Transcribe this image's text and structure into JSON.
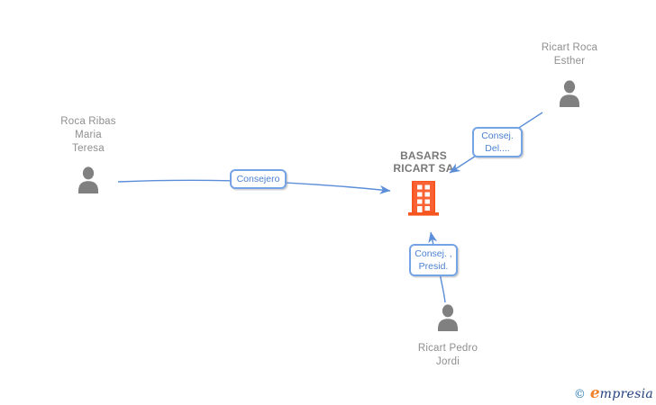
{
  "diagram": {
    "company": {
      "name_lines": [
        "BASARS",
        "RICART SA"
      ]
    },
    "persons": {
      "left": {
        "name_lines": [
          "Roca Ribas",
          "Maria",
          "Teresa"
        ]
      },
      "top_right": {
        "name_lines": [
          "Ricart Roca",
          "Esther"
        ]
      },
      "bottom": {
        "name_lines": [
          "Ricart Pedro",
          "Jordi"
        ]
      }
    },
    "edge_labels": {
      "consejero": {
        "lines": [
          "Consejero"
        ]
      },
      "consejero_delegado": {
        "lines": [
          "Consej.",
          "Del...."
        ]
      },
      "consejero_presidente": {
        "lines": [
          "Consej. ,",
          "Presid."
        ]
      }
    }
  },
  "watermark": {
    "copyright_symbol": "©",
    "brand_initial": "e",
    "brand_rest": "mpresia"
  },
  "icons": {
    "person": "person-silhouette-icon",
    "company": "building-icon"
  },
  "colors": {
    "line_blue": "#5b8dd8",
    "label_border": "#74a3e6",
    "label_text": "#4b80d2",
    "person_gray": "#808080",
    "name_text": "#8f8f8f",
    "company_text": "#787878",
    "building_fill": "#fa6233",
    "building_stroke": "#f7551f",
    "logo_copyright": "#2b7ab5",
    "logo_e": "#f0832c",
    "logo_rest": "#24417e",
    "canvas_bg": "#ffffff"
  }
}
